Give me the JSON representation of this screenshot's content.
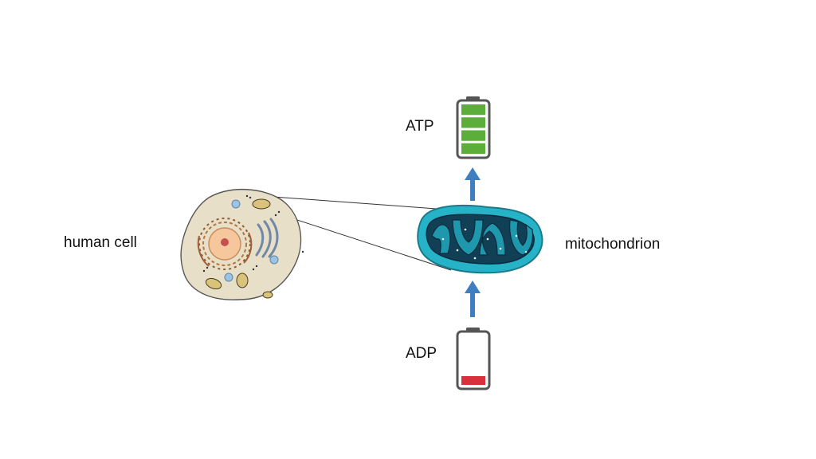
{
  "labels": {
    "cell": "human cell",
    "organelle": "mitochondrion",
    "high_energy": "ATP",
    "low_energy": "ADP"
  },
  "batteries": {
    "atp": {
      "charge_fraction": 1.0,
      "fill_color": "#5cae3a"
    },
    "adp": {
      "charge_fraction": 0.2,
      "fill_color": "#d9313c"
    }
  },
  "colors": {
    "arrow": "#3f7fc0",
    "mito_outer": "#26b3c7",
    "mito_inner": "#1f7d92",
    "mito_dark": "#113f56",
    "cell_fill": "#e7dfc8",
    "nucleus": "#f6c79c",
    "battery_frame": "#555555"
  },
  "icons": {
    "cell": "animal-cell-illustration",
    "mitochondrion": "mitochondrion-illustration",
    "atp": "battery-full-icon",
    "adp": "battery-low-icon"
  }
}
